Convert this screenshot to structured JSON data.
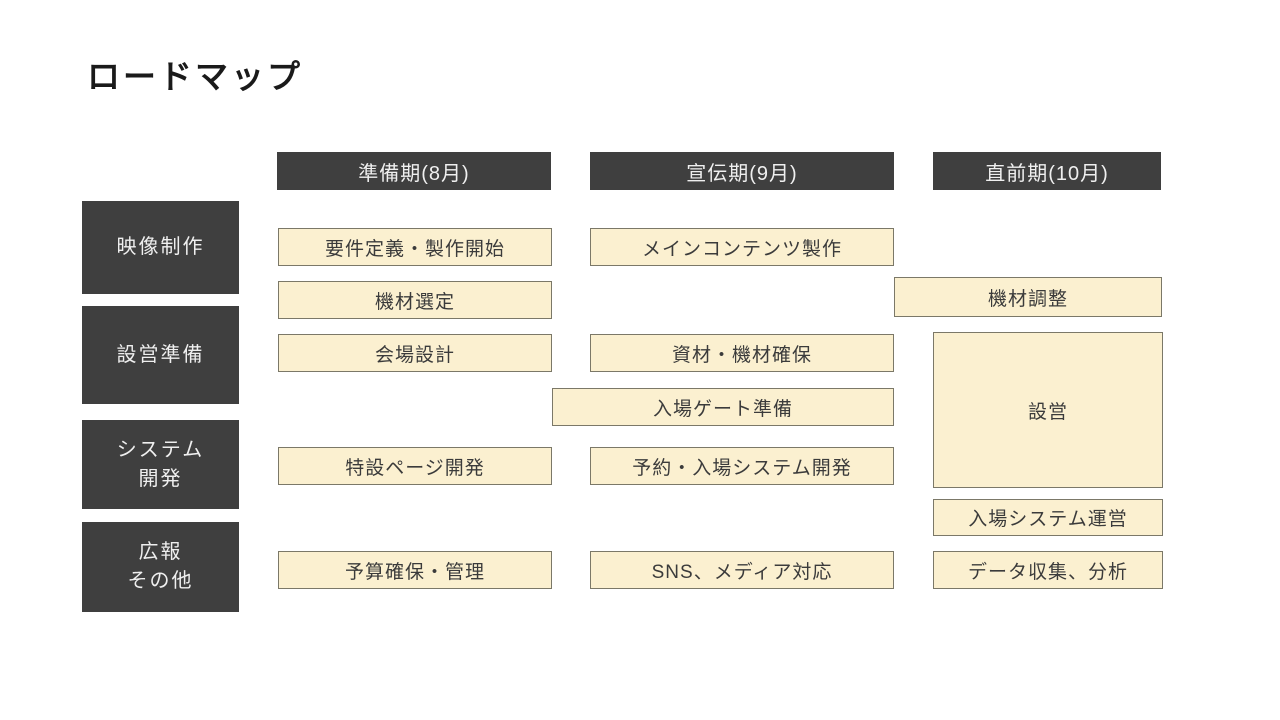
{
  "slide": {
    "title": "ロードマップ",
    "colors": {
      "header_bg": "#3f3f3f",
      "header_text": "#efefef",
      "task_bg": "#fbf0d0",
      "task_border": "#7b7868",
      "task_text": "#3b3b3b"
    },
    "columns": [
      {
        "label": "準備期(8月)"
      },
      {
        "label": "宣伝期(9月)"
      },
      {
        "label": "直前期(10月)"
      }
    ],
    "rows": [
      {
        "label": "映像制作"
      },
      {
        "label": "設営準備"
      },
      {
        "label": "システム\n開発"
      },
      {
        "label": "広報\nその他"
      }
    ],
    "tasks": [
      {
        "label": "要件定義・製作開始"
      },
      {
        "label": "メインコンテンツ製作"
      },
      {
        "label": "機材選定"
      },
      {
        "label": "機材調整"
      },
      {
        "label": "会場設計"
      },
      {
        "label": "資材・機材確保"
      },
      {
        "label": "設営"
      },
      {
        "label": "入場ゲート準備"
      },
      {
        "label": "特設ページ開発"
      },
      {
        "label": "予約・入場システム開発"
      },
      {
        "label": "入場システム運営"
      },
      {
        "label": "予算確保・管理"
      },
      {
        "label": "SNS、メディア対応"
      },
      {
        "label": "データ収集、分析"
      }
    ]
  }
}
